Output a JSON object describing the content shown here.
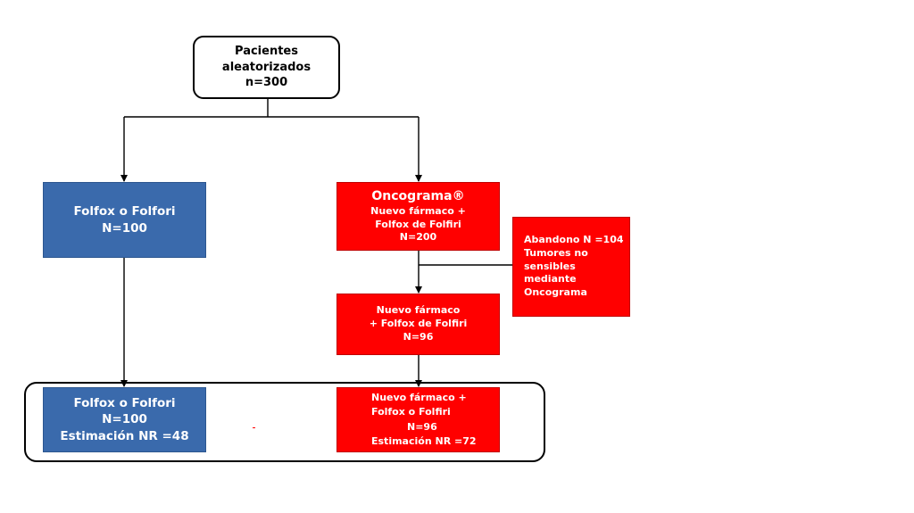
{
  "start": {
    "lines": [
      "Pacientes",
      "aleatorizados",
      "n=300"
    ]
  },
  "left_arm": {
    "lines": [
      "Folfox o Folfori",
      "N=100"
    ]
  },
  "right_arm": {
    "title": "Oncograma®",
    "lines": [
      "Nuevo fármaco +",
      "Folfox de Folfiri",
      "N=200"
    ]
  },
  "dropout": {
    "lines": [
      "Abandono N =104",
      "Tumores no",
      "sensibles",
      "mediante",
      "Oncograma"
    ]
  },
  "right_mid": {
    "lines": [
      "Nuevo fármaco",
      "+ Folfox de Folfiri",
      "N=96"
    ]
  },
  "left_final": {
    "lines": [
      "Folfox o Folfori",
      "N=100",
      "Estimación NR =48"
    ]
  },
  "right_final": {
    "lines": [
      "Nuevo fármaco +",
      "Folfox o Folfiri",
      "N=96",
      "Estimación NR =72"
    ]
  },
  "colors": {
    "blue": "#3a6aac",
    "red": "#ff0000",
    "line": "#000000"
  }
}
